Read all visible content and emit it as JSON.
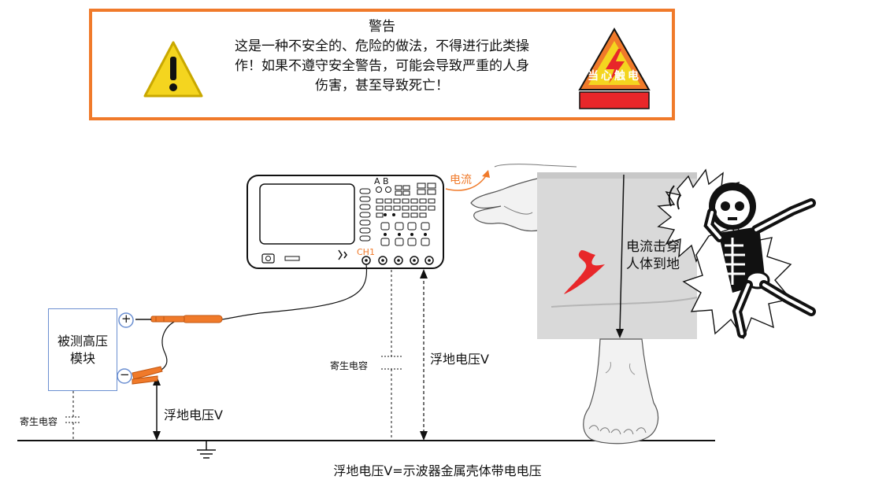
{
  "warning": {
    "title": "警告",
    "line1": "这是一种不安全的、危险的做法，不得进行此类操",
    "line2": "作！如果不遵守安全警告，可能会导致严重的人身",
    "line3": "伤害，甚至导致死亡！",
    "shock_sign": "当心触电"
  },
  "labels": {
    "module_line1": "被测高压",
    "module_line2": "模块",
    "plus": "+",
    "minus": "−",
    "parasitic_cap_left": "寄生电容",
    "parasitic_cap_mid": "寄生电容",
    "float_voltage_left": "浮地电压V",
    "float_voltage_mid": "浮地电压V",
    "channel": "CH1",
    "probe_ab": "A B",
    "current": "电流",
    "current_through_line1": "电流击穿",
    "current_through_line2": "人体到地"
  },
  "caption": "浮地电压V=示波器金属壳体带电电压",
  "colors": {
    "warning_border": "#f07a2a",
    "accent_orange": "#f07a2a",
    "lightning_red": "#e8272a",
    "module_border": "#6b8fd1"
  }
}
